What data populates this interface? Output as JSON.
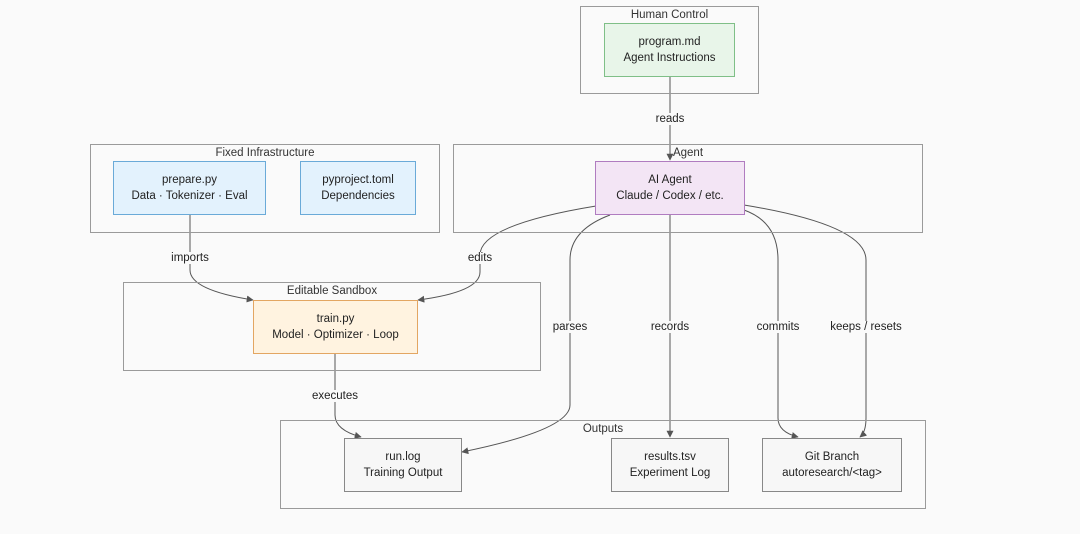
{
  "groups": {
    "human": {
      "title": "Human Control"
    },
    "infra": {
      "title": "Fixed Infrastructure"
    },
    "agent": {
      "title": "Agent"
    },
    "sandbox": {
      "title": "Editable Sandbox"
    },
    "outputs": {
      "title": "Outputs"
    }
  },
  "nodes": {
    "program": {
      "line1": "program.md",
      "line2": "Agent Instructions"
    },
    "prepare": {
      "line1": "prepare.py",
      "line2": "Data · Tokenizer · Eval"
    },
    "pyproject": {
      "line1": "pyproject.toml",
      "line2": "Dependencies"
    },
    "ai_agent": {
      "line1": "AI Agent",
      "line2": "Claude / Codex / etc."
    },
    "train": {
      "line1": "train.py",
      "line2": "Model · Optimizer · Loop"
    },
    "runlog": {
      "line1": "run.log",
      "line2": "Training Output"
    },
    "results": {
      "line1": "results.tsv",
      "line2": "Experiment Log"
    },
    "git": {
      "line1": "Git Branch",
      "line2": "autoresearch/<tag>"
    }
  },
  "edges": {
    "reads": "reads",
    "imports": "imports",
    "edits": "edits",
    "parses": "parses",
    "records": "records",
    "commits": "commits",
    "keeps_resets": "keeps / resets",
    "executes": "executes"
  },
  "colors": {
    "edge": "#555555",
    "group_border": "#9a9a9a"
  }
}
